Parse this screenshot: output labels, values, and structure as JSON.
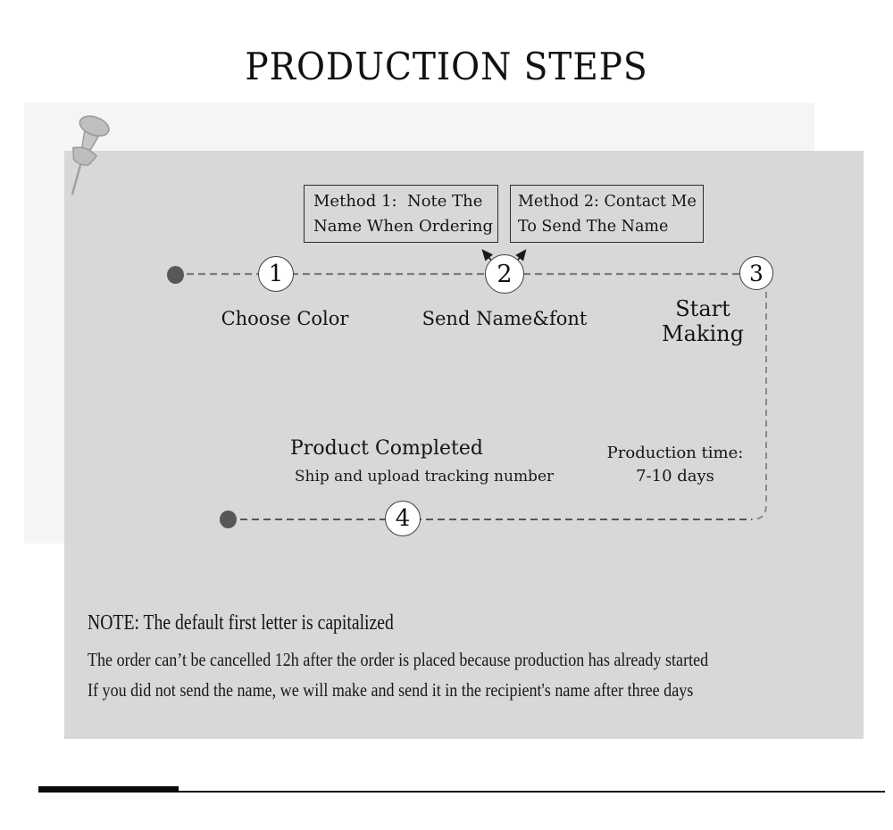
{
  "title": "PRODUCTION STEPS",
  "method_boxes": [
    {
      "line1": "Method 1:  Note The",
      "line2": "Name When Ordering"
    },
    {
      "line1": "Method 2: Contact Me",
      "line2": "To Send The Name"
    }
  ],
  "timeline1": {
    "steps": [
      {
        "number": "1",
        "label": "Choose Color"
      },
      {
        "number": "2",
        "label": "Send Name&font"
      },
      {
        "number": "3",
        "label_line1": "Start",
        "label_line2": "Making"
      }
    ]
  },
  "timeline2": {
    "step_number": "4",
    "completed_title": "Product Completed",
    "completed_subtitle": "Ship and upload tracking number",
    "production_time_label": "Production time:",
    "production_time_value": "7-10 days"
  },
  "note": {
    "heading": "NOTE: The default first letter is capitalized",
    "line1": "The order can’t be cancelled 12h after the order is placed because production has already started",
    "line2": "If you did not send the name, we will make and send it in the recipient's name after three days"
  },
  "icons": {
    "pushpin": "pushpin-icon"
  },
  "colors": {
    "back_panel": "#f5f5f6",
    "main_panel": "#d8d8d8",
    "text": "#1c1c1c",
    "dash_line": "#7c7c7c",
    "dash_line_dark": "#565656",
    "dot": "#575757",
    "circle_border": "#3f3f3f",
    "footer_bar": "#0a0a0a"
  }
}
